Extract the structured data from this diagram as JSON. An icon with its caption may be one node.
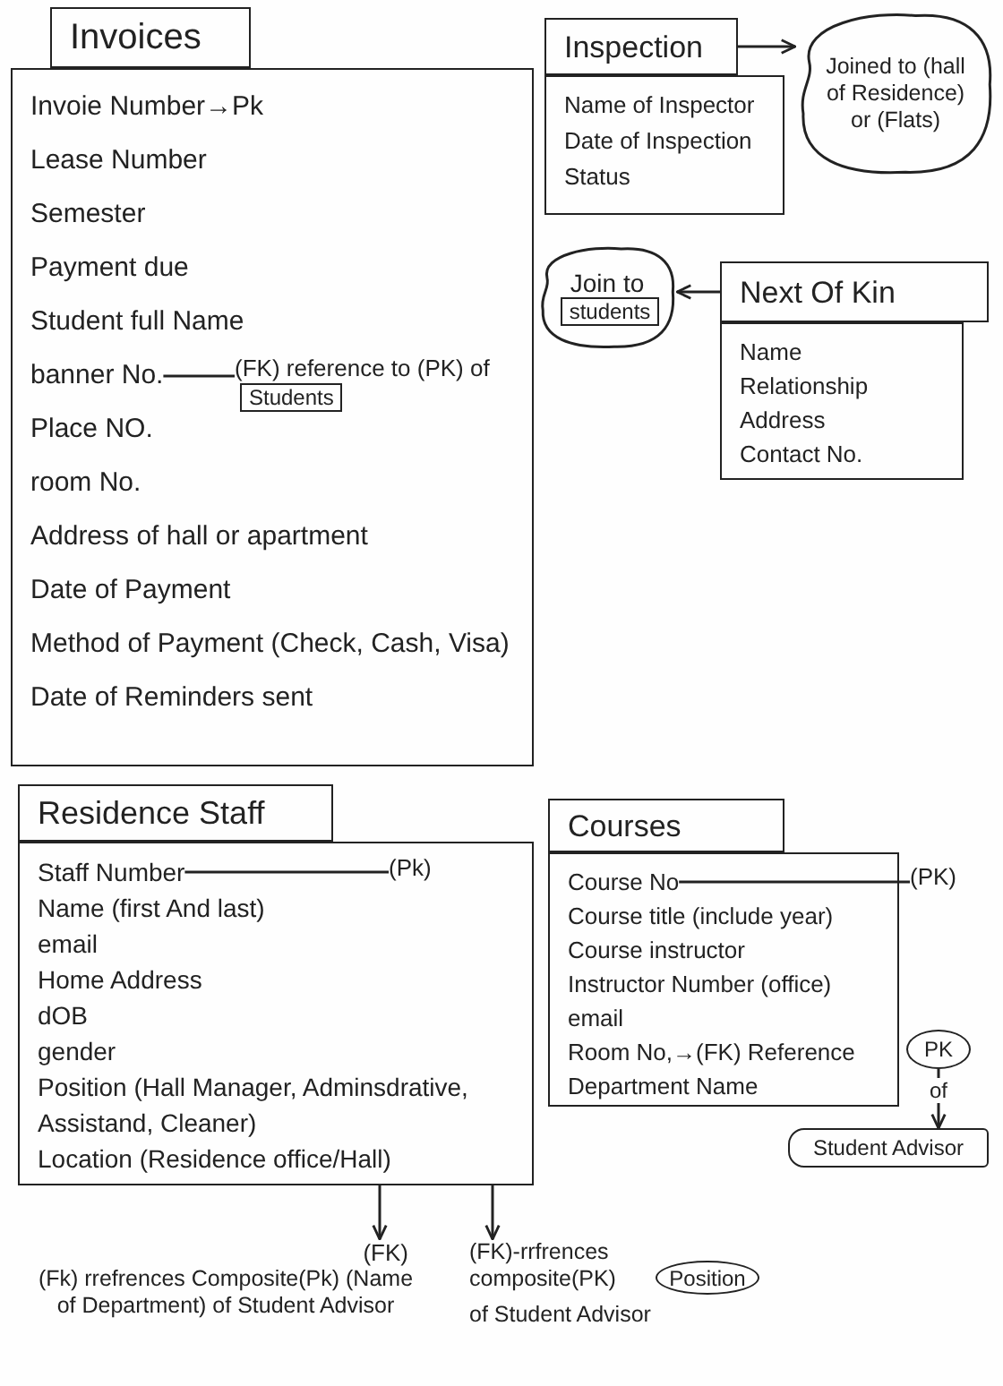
{
  "diagram": {
    "nodes": [
      {
        "text": [
          "Invoices"
        ]
      },
      {
        "text": [
          "Invoie Number→Pk",
          "Lease Number",
          "Semester",
          "Payment due",
          "Student full Name",
          "Place NO.",
          "room No.",
          "Address of hall or apartment",
          "Date of Payment",
          "Method of Payment (Check, Cash, Visa)",
          "Date of Reminders sent"
        ]
      },
      {
        "text": [
          "banner No."
        ],
        "in": 1
      },
      {
        "text": [
          "(FK) reference to (PK) of"
        ],
        "in": 1
      },
      {
        "text": [
          "Students"
        ],
        "in": 3
      },
      {
        "text": [
          "Inspection"
        ]
      },
      {
        "text": [
          "Name of Inspector",
          "Date of Inspection",
          "Status"
        ]
      },
      {
        "text": [
          "Joined to (hall of Residence) or (Flats)"
        ]
      },
      {
        "text": [
          "Join to"
        ]
      },
      {
        "text": [
          "students"
        ],
        "in": 8
      },
      {
        "text": [
          "Next Of Kin"
        ]
      },
      {
        "text": [
          "Name",
          "Relationship",
          "Address",
          "Contact No."
        ]
      },
      {
        "text": [
          "Residence Staff"
        ]
      },
      {
        "text": [
          "Name (first And last)",
          "email",
          "Home Address",
          "dOB",
          "gender",
          "Position (Hall Manager, Adminsdrative, Assistand, Cleaner)",
          "Location (Residence office/Hall)"
        ]
      },
      {
        "text": [
          "Staff Number"
        ],
        "in": 13
      },
      {
        "text": [
          "(Pk)"
        ],
        "in": 13
      },
      {
        "text": [
          "Courses"
        ]
      },
      {
        "text": [
          "Course title (include year)",
          "Course instructor",
          "Instructor Number (office)",
          "email",
          "Room No,→(FK) Reference",
          "Department Name"
        ]
      },
      {
        "text": [
          "Course No"
        ],
        "in": 17
      },
      {
        "text": [
          "(PK)"
        ]
      },
      {
        "text": [
          "PK"
        ]
      },
      {
        "text": [
          "Student Advisor"
        ]
      },
      {
        "text": [
          "(FK)",
          "(Fk) rrefrences Composite(Pk) (Name of Department) of Student Advisor"
        ]
      },
      {
        "text": [
          "(FK)-rrfrences composite(PK)",
          "of Student Advisor"
        ]
      },
      {
        "text": [
          "Position"
        ],
        "in": 23
      }
    ],
    "edges": [
      {
        "from": 5,
        "to": 7,
        "arrow": "to"
      },
      {
        "from": 10,
        "to": 8,
        "arrow": "to"
      },
      {
        "from": 2,
        "to": 3,
        "arrow": "none"
      },
      {
        "from": 14,
        "to": 15,
        "arrow": "none"
      },
      {
        "from": 18,
        "to": 19,
        "arrow": "none"
      },
      {
        "from": 20,
        "to": 21,
        "arrow": "to",
        "label": "of"
      },
      {
        "from": 13,
        "to": 22,
        "arrow": "to"
      },
      {
        "from": 13,
        "to": 23,
        "arrow": "to"
      }
    ]
  }
}
